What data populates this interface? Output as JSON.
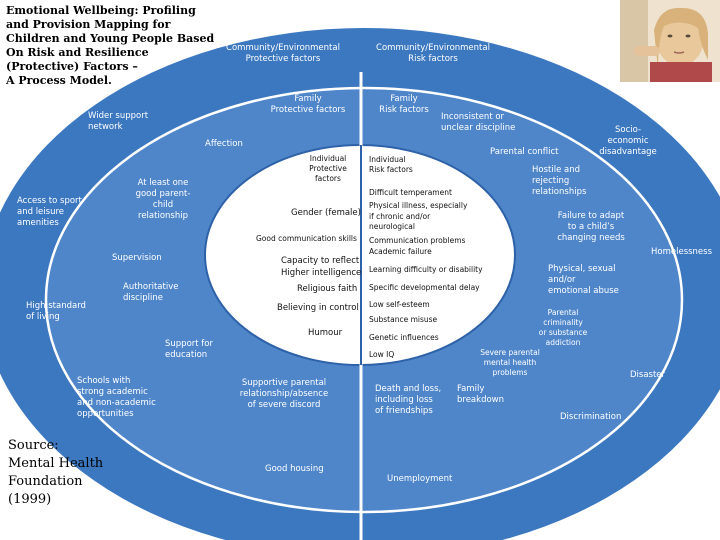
{
  "title": "Emotional Wellbeing: Profiling\nand Provision Mapping for\nChildren and Young People Based\nOn Risk and Resilience\n(Protective) Factors –\nA Process Model.",
  "source": "Source:\nMental Health\nFoundation\n(1999)",
  "colors": {
    "outer_ring": "#3c78c0",
    "middle_ring": "#4f86ca",
    "inner_ring": "#ffffff",
    "text_on_blue": "#ffffff",
    "text": "#111111"
  },
  "headers": {
    "community_protective": "Community/Environmental\nProtective factors",
    "community_risk": "Community/Environmental\nRisk factors",
    "family_protective": "Family\nProtective factors",
    "family_risk": "Family\nRisk factors",
    "individual_protective": "Individual\nProtective\nfactors",
    "individual_risk": "Individual\nRisk factors"
  },
  "community_protective_items": {
    "wider_support": "Wider support\nnetwork",
    "access_sport": "Access to sport\nand leisure\namenities",
    "high_standard": "High standard\nof living",
    "schools": "Schools with\nstrong academic\nand non-academic\nopportunities",
    "good_housing": "Good housing"
  },
  "community_risk_items": {
    "socio_economic": "Socio-\neconomic\ndisadvantage",
    "homelessness": "Homelessness",
    "disaster": "Disaster",
    "discrimination": "Discrimination",
    "unemployment": "Unemployment"
  },
  "family_protective_items": {
    "affection": "Affection",
    "at_least_one": "At least one\ngood parent-\nchild\nrelationship",
    "supervision": "Supervision",
    "authoritative": "Authoritative\ndiscipline",
    "support_education": "Support for\neducation",
    "supportive_parental": "Supportive parental\nrelationship/absence\nof severe discord"
  },
  "family_risk_items": {
    "inconsistent": "Inconsistent or\nunclear discipline",
    "parental_conflict": "Parental conflict",
    "hostile": "Hostile and\nrejecting\nrelationships",
    "failure_adapt": "Failure to adapt\nto a child’s\nchanging needs",
    "abuse": "Physical, sexual\nand/or\nemotional abuse",
    "criminality": "Parental\ncriminality\nor substance\naddiction",
    "severe_parental": "Severe parental\nmental health\nproblems",
    "death_loss": "Death and loss,\nincluding loss\nof friendships",
    "family_breakdown": "Family\nbreakdown"
  },
  "individual_protective_items": [
    "Gender (female)",
    "Good communication skills",
    "Capacity to reflect",
    "Higher intelligence",
    "Religious faith",
    "Believing in control",
    "Humour"
  ],
  "individual_risk_items": [
    "Difficult temperament",
    "Physical illness, especially\nif chronic and/or\nneurological",
    "Communication problems",
    "Academic failure",
    "Learning difficulty or disability",
    "Specific developmental delay",
    "Low self-esteem",
    "Substance misuse",
    "Genetic influences",
    "Low IQ"
  ],
  "photo_icon": "child-photo"
}
